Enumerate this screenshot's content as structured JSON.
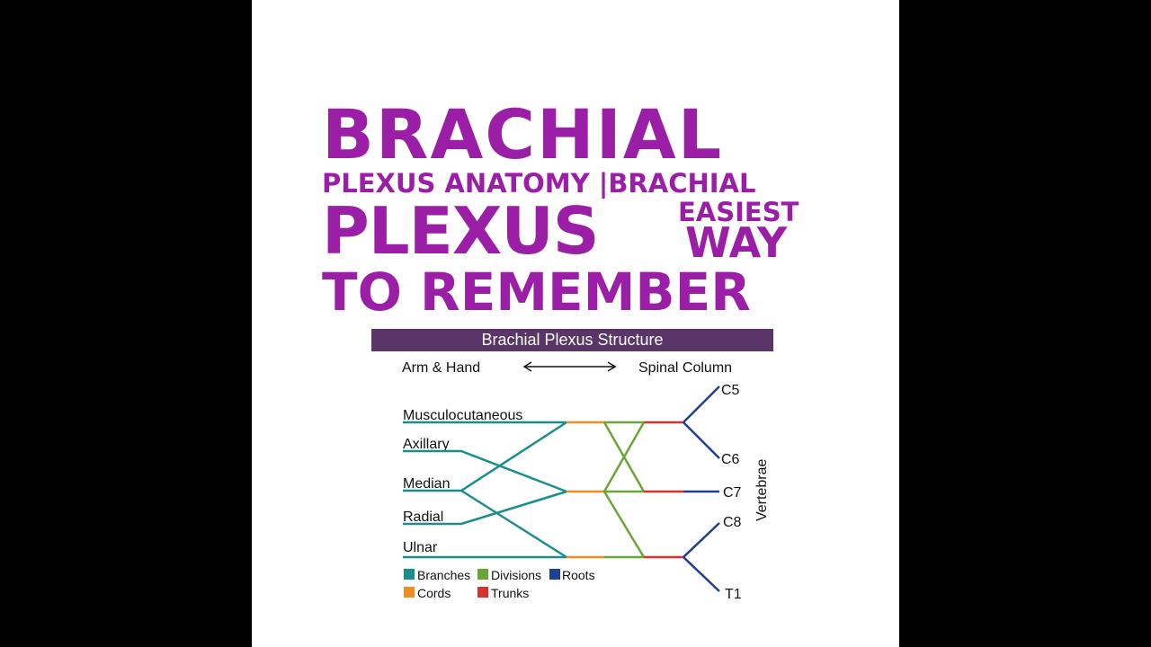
{
  "title": {
    "line1": "BRACHIAL",
    "line2": "PLEXUS ANATOMY |BRACHIAL",
    "line3": "PLEXUS",
    "line3_small_a": "EASIEST",
    "line3_small_b": "WAY",
    "line4": "TO REMEMBER"
  },
  "diagram": {
    "header": "Brachial Plexus Structure",
    "left_label": "Arm & Hand",
    "right_label": "Spinal Column",
    "side_label": "Vertebrae",
    "branches": [
      "Musculocutaneous",
      "Axillary",
      "Median",
      "Radial",
      "Ulnar"
    ],
    "roots": [
      "C5",
      "C6",
      "C7",
      "C8",
      "T1"
    ],
    "legend": [
      {
        "label": "Branches",
        "color": "#1a8e8c"
      },
      {
        "label": "Divisions",
        "color": "#6aa637"
      },
      {
        "label": "Roots",
        "color": "#1f3f8f"
      },
      {
        "label": "Cords",
        "color": "#f28c1c"
      },
      {
        "label": "Trunks",
        "color": "#d9322b"
      }
    ]
  },
  "colors": {
    "title": "#9a1fa6",
    "header_bg": "#5a3568",
    "branches": "#1a8e8c",
    "cords": "#f28c1c",
    "divisions": "#6aa637",
    "trunks": "#d9322b",
    "roots": "#1f3f8f"
  }
}
